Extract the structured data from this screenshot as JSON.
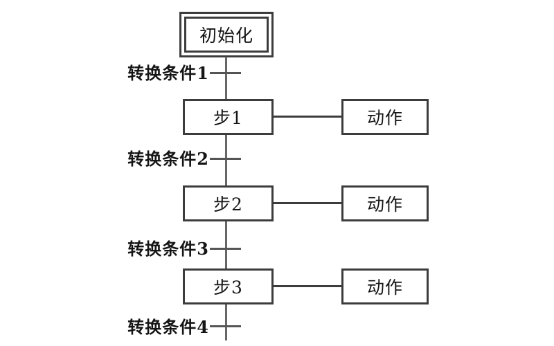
{
  "diagram": {
    "title_semantic": "sequential-function-chart",
    "init_step": {
      "label": "初始化"
    },
    "steps": [
      {
        "label": "步1",
        "action": "动作"
      },
      {
        "label": "步2",
        "action": "动作"
      },
      {
        "label": "步3",
        "action": "动作"
      }
    ],
    "transitions": [
      {
        "label": "转换条件1"
      },
      {
        "label": "转换条件2"
      },
      {
        "label": "转换条件3"
      },
      {
        "label": "转换条件4"
      }
    ],
    "colors": {
      "background": "#ffffff",
      "box_border": "#3c3c3c",
      "flow_line": "#666666",
      "text": "#151515"
    }
  }
}
